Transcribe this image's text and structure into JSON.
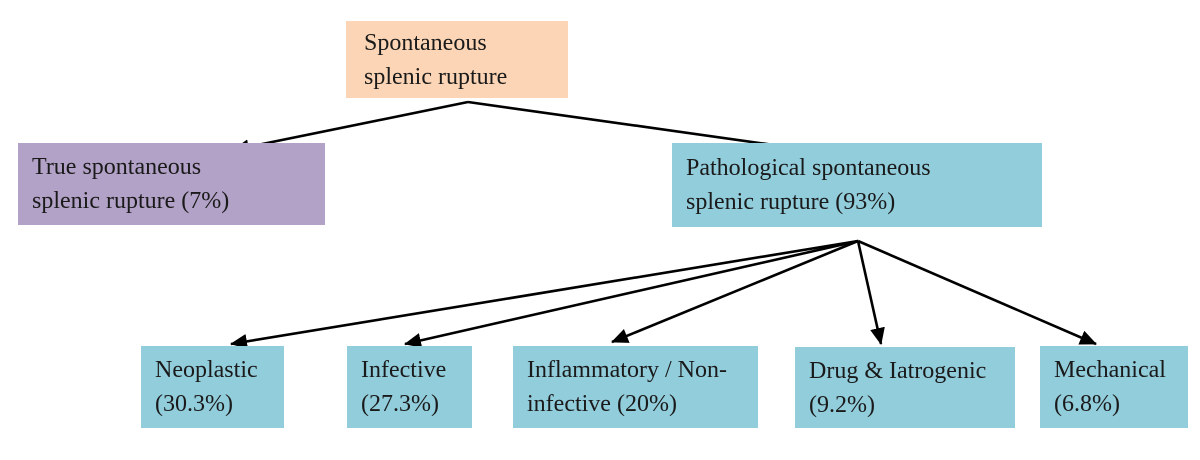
{
  "page": {
    "background": "#ffffff",
    "text_color": "#1a1a1a"
  },
  "colors": {
    "root_fill": "#fbd5b5",
    "true_branch_fill": "#b3a2c7",
    "pathological_fill": "#92cddc",
    "leaf_fill": "#92cddc",
    "arrow": "#000000"
  },
  "nodes": {
    "root": {
      "label": "Spontaneous\nsplenic rupture"
    },
    "true_spontaneous": {
      "label": "True spontaneous\nsplenic rupture (7%)",
      "percent": "7%"
    },
    "pathological": {
      "label": "Pathological spontaneous\nsplenic rupture (93%)",
      "percent": "93%"
    },
    "neoplastic": {
      "label": "Neoplastic\n(30.3%)",
      "percent": "30.3%"
    },
    "infective": {
      "label": "Infective\n(27.3%)",
      "percent": "27.3%"
    },
    "inflammatory": {
      "label": "Inflammatory / Non-\ninfective (20%)",
      "percent": "20%"
    },
    "drug_iatrogenic": {
      "label": "Drug & Iatrogenic\n(9.2%)",
      "percent": "9.2%"
    },
    "mechanical": {
      "label": "Mechanical\n(6.8%)",
      "percent": "6.8%"
    }
  },
  "edges": [
    {
      "from": "root",
      "to": "true_spontaneous"
    },
    {
      "from": "root",
      "to": "pathological"
    },
    {
      "from": "pathological",
      "to": "neoplastic"
    },
    {
      "from": "pathological",
      "to": "infective"
    },
    {
      "from": "pathological",
      "to": "inflammatory"
    },
    {
      "from": "pathological",
      "to": "drug_iatrogenic"
    },
    {
      "from": "pathological",
      "to": "mechanical"
    }
  ]
}
